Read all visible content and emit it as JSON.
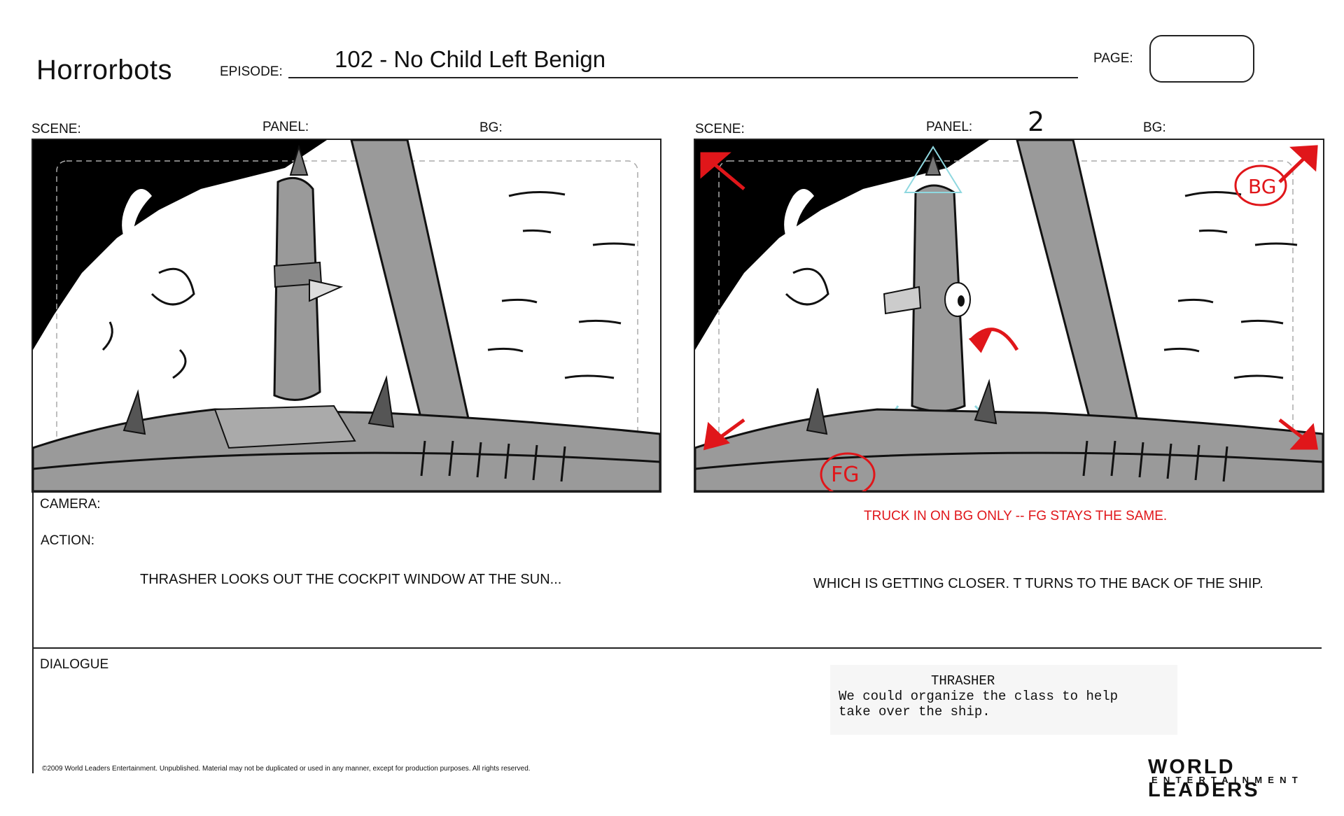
{
  "header": {
    "show_title": "Horrorbots",
    "episode_label": "EPISODE:",
    "episode_value": "102 - No Child Left Benign",
    "page_label": "PAGE:",
    "page_value": ""
  },
  "panels": [
    {
      "scene_label": "SCENE:",
      "panel_label": "PANEL:",
      "panel_value": "",
      "bg_label": "BG:",
      "action_text": "THRASHER LOOKS OUT THE COCKPIT WINDOW AT THE SUN...",
      "note_text": ""
    },
    {
      "scene_label": "SCENE:",
      "panel_label": "PANEL:",
      "panel_value": "2",
      "bg_label": "BG:",
      "action_text": "WHICH IS GETTING CLOSER.  T TURNS TO THE BACK OF THE SHIP.",
      "note_text": "TRUCK IN ON BG ONLY -- FG STAYS THE SAME.",
      "marks": [
        "BG",
        "FG"
      ]
    }
  ],
  "sections": {
    "camera_label": "CAMERA:",
    "action_label": "ACTION:",
    "dialogue_label": "DIALOGUE"
  },
  "dialogue": {
    "character": "THRASHER",
    "lines": [
      "We could organize the class to help",
      "take over the ship."
    ]
  },
  "footer": {
    "copyright": "©2009 World Leaders Entertainment.  Unpublished. Material may not be duplicated or used in any manner, except for production purposes. All rights reserved.",
    "logo_main": "WORLD LEADERS",
    "logo_sub": "ENTERTAINMENT"
  },
  "colors": {
    "annotation_red": "#e0161a",
    "sketch_gray": "#9a9a9a",
    "cyan_pencil": "#8fd8e0"
  }
}
